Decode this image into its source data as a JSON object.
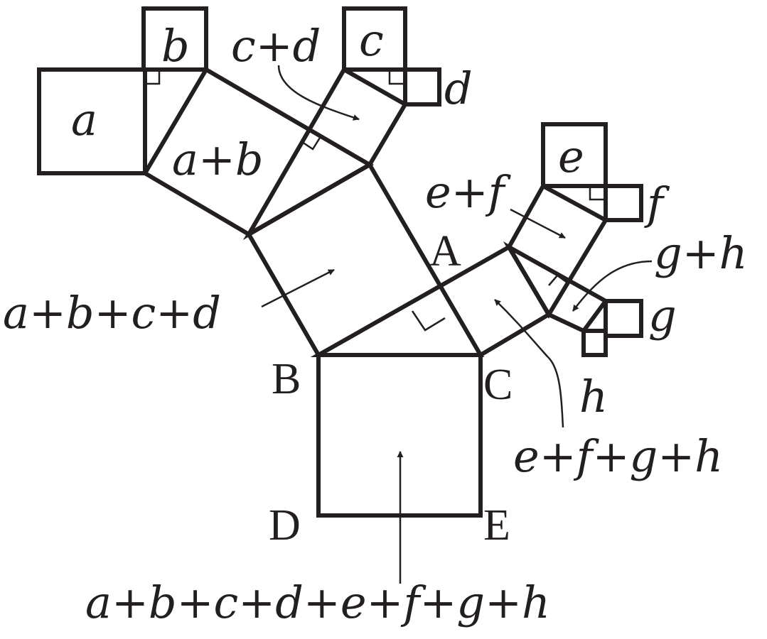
{
  "stroke_color": "#231f20",
  "background": "#ffffff",
  "labels": {
    "a": "a",
    "b": "b",
    "c": "c",
    "d": "d",
    "e": "e",
    "f": "f",
    "g": "g",
    "h": "h",
    "ab": "a+b",
    "cd": "c+d",
    "ef": "e+f",
    "gh": "g+h",
    "abcd": "a+b+c+d",
    "efgh": "e+f+g+h",
    "all": "a+b+c+d+e+f+g+h",
    "A": "A",
    "B": "B",
    "C": "C",
    "D": "D",
    "E": "E"
  }
}
